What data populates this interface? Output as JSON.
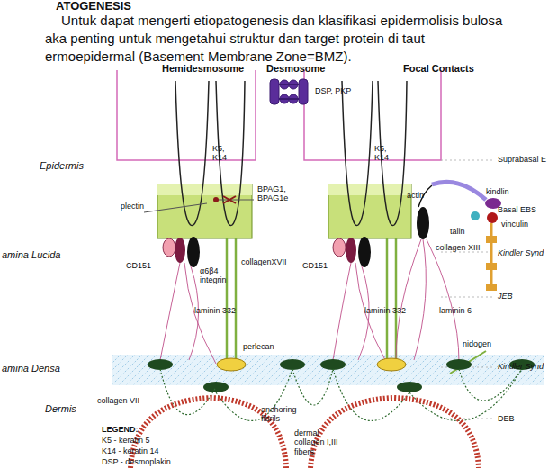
{
  "diagram": {
    "labels": [
      "ATOGENESIS",
      "Untuk dapat mengerti etiopatogenesis dan klasifikasi epidermolisis bulosa",
      "aka penting untuk mengetahui struktur dan target protein di taut",
      "ermoepidermal (Basement Membrane Zone=BMZ).",
      "Hemidesmosome",
      "Desmosome",
      "Focal Contacts",
      "Epidermis",
      "amina Lucida",
      "amina Densa",
      "Dermis",
      "Suprabasal E",
      "Basal EBS",
      "Kindler Synd",
      "JEB",
      "Kindler Synd",
      "DEB",
      "K5, K14",
      "K5, K14",
      "plectin",
      "BPAG1, BPAG1e",
      "DSP, PKP",
      "CD151",
      "α6β4 integrin",
      "collagenXVII",
      "laminin 332",
      "perlecan",
      "CD151",
      "laminin 332",
      "actin",
      "kindlin",
      "talin",
      "vinculin",
      "collagen XIII",
      "laminin 6",
      "nidogen",
      "collagen VII",
      "anchoring fibrils",
      "dermal collagen I,III fibers",
      "LEGEND:",
      "K5 - keratin 5",
      "K14 - keratin 14",
      "DSP - desmoplakin"
    ]
  }
}
